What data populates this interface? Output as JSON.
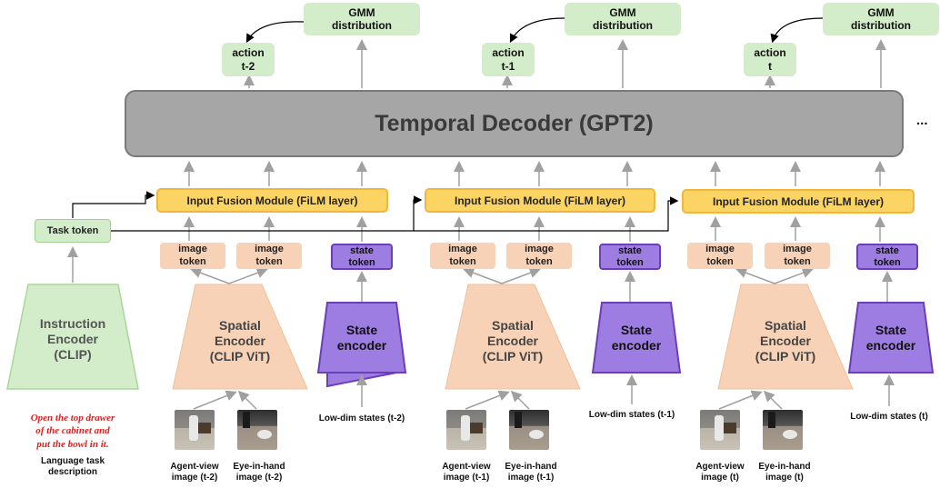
{
  "gmm": [
    "GMM",
    "distribution"
  ],
  "actions": [
    {
      "line1": "action",
      "line2": "t-2"
    },
    {
      "line1": "action",
      "line2": "t-1"
    },
    {
      "line1": "action",
      "line2": "t"
    }
  ],
  "decoder": "Temporal Decoder (GPT2)",
  "ellipsis": "...",
  "fusion": "Input Fusion Module (FiLM layer)",
  "task_token": "Task token",
  "image_token": [
    "image",
    "token"
  ],
  "state_token": [
    "state",
    "token"
  ],
  "instruction_encoder": [
    "Instruction",
    "Encoder",
    "(CLIP)"
  ],
  "spatial_encoder": [
    "Spatial",
    "Encoder",
    "(CLIP ViT)"
  ],
  "state_encoder": [
    "State",
    "encoder"
  ],
  "instruction_text": [
    "Open the top drawer",
    "of the cabinet and",
    "put the bowl in it."
  ],
  "language_label": [
    "Language task",
    "description"
  ],
  "lowdim": [
    "Low-dim states (t-2)",
    "Low-dim states (t-1)",
    "Low-dim states (t)"
  ],
  "agent_view": [
    [
      "Agent-view",
      "image (t-2)"
    ],
    [
      "Agent-view",
      "image (t-1)"
    ],
    [
      "Agent-view",
      "image (t)"
    ]
  ],
  "eye_in_hand": [
    [
      "Eye-in-hand",
      "image (t-2)"
    ],
    [
      "Eye-in-hand",
      "image (t-1)"
    ],
    [
      "Eye-in-hand",
      "image (t)"
    ]
  ],
  "colors": {
    "green": "#d3ecc9",
    "gray": "#a6a6a6",
    "yellow": "#fbd463",
    "peach": "#f8d2b6",
    "purple": "#9e7de2",
    "red_text": "#e02020"
  }
}
